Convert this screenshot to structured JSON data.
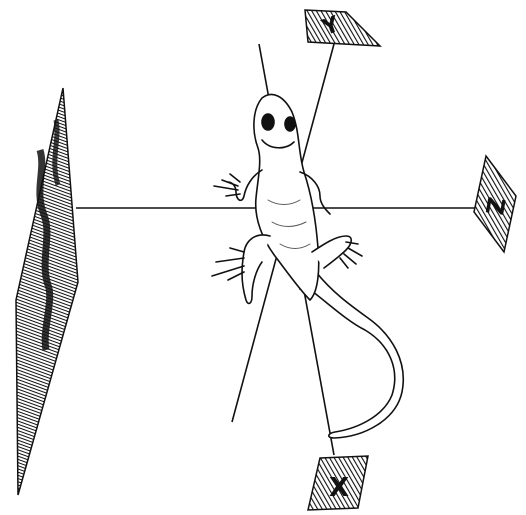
{
  "figure": {
    "description_free": true,
    "plates": {
      "top": {
        "letter": "Y"
      },
      "right": {
        "letter": "Z"
      },
      "bottom": {
        "letter": "X"
      },
      "left": {
        "letter": ""
      }
    },
    "colors": {
      "ink": "#111111",
      "paper": "#ffffff"
    }
  }
}
